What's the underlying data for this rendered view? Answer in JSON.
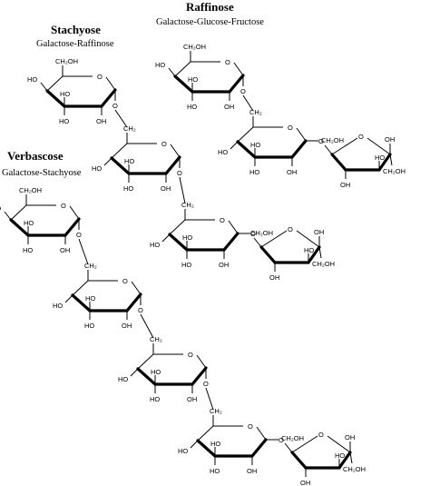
{
  "raffinose": {
    "title": "Raffinose",
    "subtitle": "Galactose-Glucose-Fructose"
  },
  "stachyose": {
    "title": "Stachyose",
    "subtitle": "Galactose-Raffinose"
  },
  "verbascose": {
    "title": "Verbascose",
    "subtitle": "Galactose-Stachyose"
  },
  "labels": {
    "ch2oh": "CH₂OH",
    "ho": "HO",
    "oh": "OH",
    "o": "O",
    "ch2": "CH₂"
  }
}
